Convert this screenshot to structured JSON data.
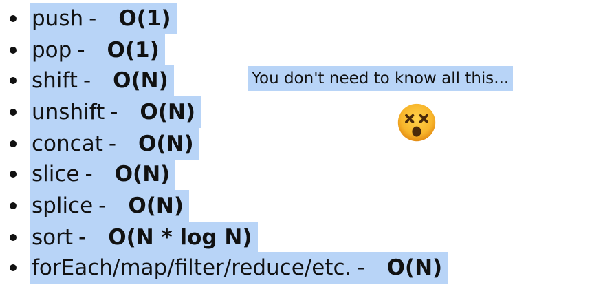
{
  "methods": [
    {
      "name": "push",
      "sep": "-",
      "complexity": "O(1)"
    },
    {
      "name": "pop",
      "sep": "-",
      "complexity": "O(1)"
    },
    {
      "name": "shift",
      "sep": "-",
      "complexity": "O(N)"
    },
    {
      "name": "unshift",
      "sep": "-",
      "complexity": "O(N)"
    },
    {
      "name": "concat",
      "sep": "-",
      "complexity": "O(N)"
    },
    {
      "name": "slice",
      "sep": "-",
      "complexity": "O(N)"
    },
    {
      "name": "splice",
      "sep": "-",
      "complexity": "O(N)"
    },
    {
      "name": "sort",
      "sep": "-",
      "complexity": "O(N * log N)"
    },
    {
      "name": "forEach/map/filter/reduce/etc.",
      "sep": "-",
      "complexity": "O(N)"
    }
  ],
  "note": "You don't need to know all this...",
  "emoji_icon": "dizzy-face-icon",
  "highlight_color": "#b8d4f7"
}
